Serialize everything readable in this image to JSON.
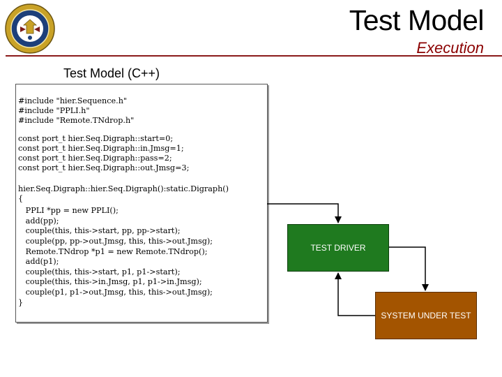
{
  "header": {
    "title": "Test Model",
    "subtitle": "Execution"
  },
  "colors": {
    "rule": "#8b1a1a",
    "subtitle": "#8b0000",
    "test_driver": "#1f7a1f",
    "system_under_test": "#a35400"
  },
  "section_heading": "Test Model (C++)",
  "code": {
    "lines": [
      "#include \"hier.Sequence.h\"",
      "#include \"PPLI.h\"",
      "#include \"Remote.TNdrop.h\"",
      "",
      "const port_t hier.Seq.Digraph::start=0;",
      "const port_t hier.Seq.Digraph::in.Jmsg=1;",
      "const port_t hier.Seq.Digraph::pass=2;",
      "const port_t hier.Seq.Digraph::out.Jmsg=3;",
      "",
      "hier.Seq.Digraph::hier.Seq.Digraph():static.Digraph()",
      "{",
      "   PPLI *pp = new PPLI();",
      "   add(pp);",
      "   couple(this, this->start, pp, pp->start);",
      "   couple(pp, pp->out.Jmsg, this, this->out.Jmsg);",
      "   Remote.TNdrop *p1 = new Remote.TNdrop();",
      "   add(p1);",
      "   couple(this, this->start, p1, p1->start);",
      "   couple(this, this->in.Jmsg, p1, p1->in.Jmsg);",
      "   couple(p1, p1->out.Jmsg, this, this->out.Jmsg);",
      "}"
    ]
  },
  "blocks": {
    "test_driver": "TEST DRIVER",
    "system_under_test": "SYSTEM UNDER TEST"
  },
  "logo": {
    "icon": "defense-information-systems-agency-seal"
  }
}
